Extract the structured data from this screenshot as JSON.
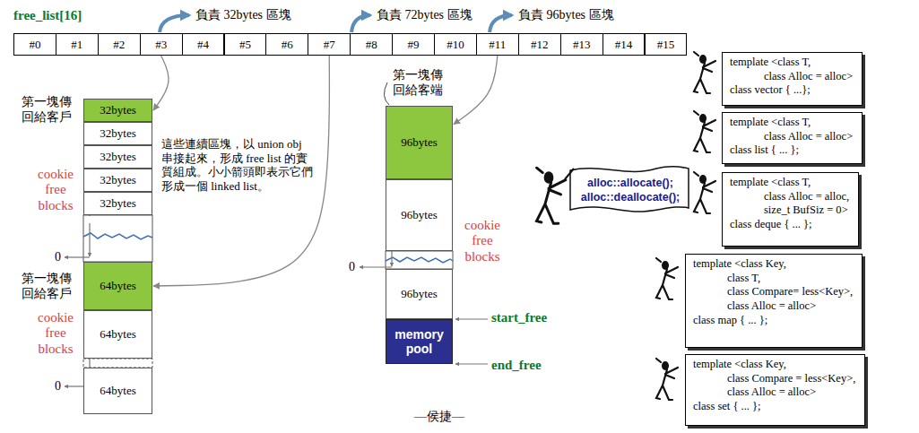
{
  "diagram": {
    "nodes": [
      {
        "text": [
          "#0"
        ]
      },
      {
        "text": [
          "#1"
        ]
      },
      {
        "text": [
          "#2"
        ]
      },
      {
        "text": [
          "#3"
        ]
      },
      {
        "text": [
          "#4"
        ]
      },
      {
        "text": [
          "#5"
        ]
      },
      {
        "text": [
          "#6"
        ]
      },
      {
        "text": [
          "#7"
        ]
      },
      {
        "text": [
          "#8"
        ]
      },
      {
        "text": [
          "#9"
        ]
      },
      {
        "text": [
          "#10"
        ]
      },
      {
        "text": [
          "#11"
        ]
      },
      {
        "text": [
          "#12"
        ]
      },
      {
        "text": [
          "#13"
        ]
      },
      {
        "text": [
          "#14"
        ]
      },
      {
        "text": [
          "#15"
        ]
      },
      {
        "text": [
          "32bytes"
        ]
      },
      {
        "text": [
          "32bytes"
        ]
      },
      {
        "text": [
          "32bytes"
        ]
      },
      {
        "text": [
          "32bytes"
        ]
      },
      {
        "text": [
          "32bytes"
        ]
      },
      {
        "text": [
          "64bytes"
        ]
      },
      {
        "text": [
          "64bytes"
        ]
      },
      {
        "text": [
          "64bytes"
        ]
      },
      {
        "text": [
          "96bytes"
        ]
      },
      {
        "text": [
          "96bytes"
        ]
      },
      {
        "text": [
          "96bytes"
        ]
      },
      {
        "text": [
          "memory pool"
        ]
      },
      {
        "text": [
          "alloc::allocate();",
          "alloc::deallocate();"
        ]
      },
      {
        "text": [
          "template <class T,",
          "class Alloc = alloc>",
          "class vector { ...};"
        ]
      },
      {
        "text": [
          "template <class T,",
          "class Alloc = alloc>",
          "class list { ... };"
        ]
      },
      {
        "text": [
          "template <class T,",
          "class Alloc = alloc,",
          "size_t BufSiz = 0>",
          "class deque { ... };"
        ]
      },
      {
        "text": [
          "template <class Key,",
          "class T,",
          "class Compare= less<Key>,",
          "class Alloc = alloc>",
          "class map {  ... };"
        ]
      },
      {
        "text": [
          "template <class Key,",
          "class Compare = less<Key>,",
          "class Alloc = alloc>",
          "class set { ... };"
        ]
      }
    ],
    "edges": [
      {
        "from": 3,
        "to": 16,
        "arrow": "to"
      },
      {
        "from": 7,
        "to": 21,
        "arrow": "to"
      },
      {
        "from": 11,
        "to": 24,
        "arrow": "to"
      }
    ],
    "labels": [
      "free_list[16]",
      "負責 32bytes 區塊",
      "負責 72bytes 區塊",
      "負責 96bytes 區塊",
      "第一塊傳回給客戶",
      "cookie free blocks",
      "0",
      "第一塊傳回給客戶",
      "cookie free blocks",
      "0",
      "這些連續區塊，以 union obj 串接起來，形成 free list 的實質組成。小小箭頭即表示它們形成一個 linked list。",
      "第一塊傳回給客端",
      "cookie free blocks",
      "0",
      "start_free",
      "end_free",
      "—侯捷—"
    ]
  }
}
